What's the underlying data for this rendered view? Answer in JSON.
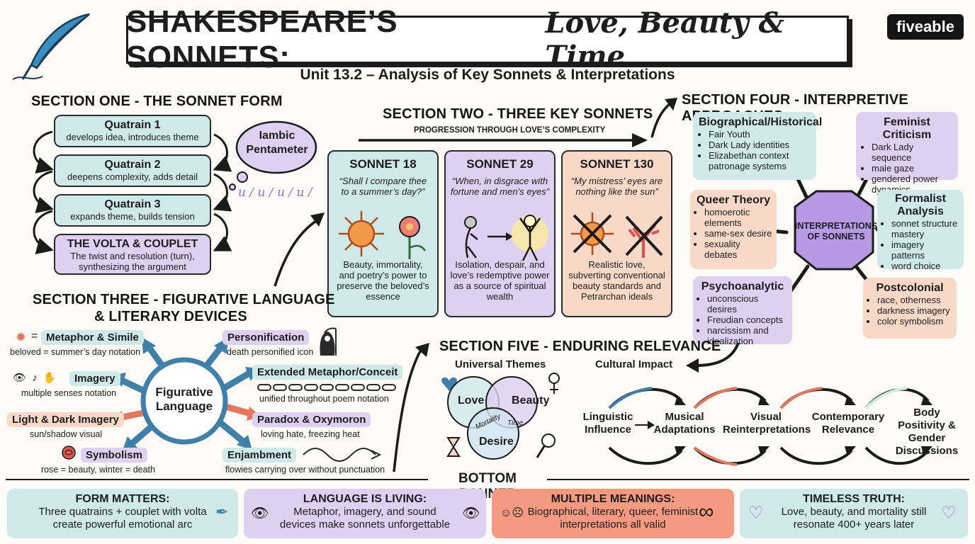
{
  "header": {
    "title_main": "SHAKESPEARE’S SONNETS:",
    "title_script": "Love, Beauty & Time",
    "subtitle": "Unit 13.2 – Analysis of Key Sonnets & Interpretations",
    "brand": "fiveable"
  },
  "section1": {
    "heading": "SECTION ONE - THE SONNET FORM",
    "quatrains": [
      {
        "title": "Quatrain 1",
        "desc": "develops idea, introduces theme"
      },
      {
        "title": "Quatrain 2",
        "desc": "deepens complexity, adds detail"
      },
      {
        "title": "Quatrain 3",
        "desc": "expands theme, builds tension"
      },
      {
        "title": "THE VOLTA & COUPLET",
        "desc": "The twist and resolution (turn), synthesizing the argument"
      }
    ],
    "meter_cloud": "Iambic Pentameter",
    "meter_marks": "u / u / u / u /"
  },
  "section2": {
    "heading": "SECTION TWO - THREE KEY SONNETS",
    "subheading": "PROGRESSION THROUGH LOVE’S COMPLEXITY",
    "sonnets": [
      {
        "title": "SONNET 18",
        "quote": "“Shall I compare thee to a summer’s day?”",
        "desc": "Beauty, immortality, and poetry’s power to preserve the beloved’s essence"
      },
      {
        "title": "SONNET 29",
        "quote": "“When, in disgrace with fortune and men’s eyes”",
        "desc": "Isolation, despair, and love’s redemptive power as a source of spiritual wealth"
      },
      {
        "title": "SONNET 130",
        "quote": "“My mistress’ eyes are nothing like the sun”",
        "desc": "Realistic love, subverting conventional beauty standards and Petrarchan ideals"
      }
    ]
  },
  "section3": {
    "heading_line1": "SECTION THREE - FIGURATIVE LANGUAGE",
    "heading_line2": "& LITERARY DEVICES",
    "hub": "Figurative Language",
    "devices": [
      {
        "label": "Metaphor & Simile",
        "note": "beloved = summer’s day notation"
      },
      {
        "label": "Imagery",
        "note": "multiple senses notation"
      },
      {
        "label": "Light & Dark Imagery",
        "note": "sun/shadow visual"
      },
      {
        "label": "Symbolism",
        "note": "rose = beauty, winter = death"
      },
      {
        "label": "Personification",
        "note": "death personified icon"
      },
      {
        "label": "Extended Metaphor/Conceit",
        "note": "unified throughout poem notation"
      },
      {
        "label": "Paradox & Oxymoron",
        "note": "loving hate, freezing heat"
      },
      {
        "label": "Enjambment",
        "note": "flowies carrying over without punctuation"
      }
    ]
  },
  "section4": {
    "heading": "SECTION FOUR - INTERPRETIVE APPROACHES",
    "hub": "INTERPRETATIONS OF SONNETS",
    "approaches": [
      {
        "title": "Biographical/Historical",
        "items": [
          "Fair Youth",
          "Dark Lady identities",
          "Elizabethan context patronage systems"
        ]
      },
      {
        "title": "Feminist Criticism",
        "items": [
          "Dark Lady sequence",
          "male gaze",
          "gendered power dynamics"
        ]
      },
      {
        "title": "Queer Theory",
        "items": [
          "homoerotic elements",
          "same-sex desire",
          "sexuality debates"
        ]
      },
      {
        "title": "Formalist Analysis",
        "items": [
          "sonnet structure mastery",
          "imagery patterns",
          "word choice"
        ]
      },
      {
        "title": "Psychoanalytic",
        "items": [
          "unconscious desires",
          "Freudian concepts",
          "narcissism and idealization"
        ]
      },
      {
        "title": "Postcolonial",
        "items": [
          "race, otherness",
          "darkness imagery",
          "color symbolism"
        ]
      }
    ]
  },
  "section5": {
    "heading": "SECTION FIVE - ENDURING RELEVANCE",
    "themes_label": "Universal Themes",
    "venn": [
      "Love",
      "Beauty",
      "Desire"
    ],
    "venn_inner": [
      "Mortality",
      "Time"
    ],
    "impact_label": "Cultural Impact",
    "flow": [
      "Linguistic Influence",
      "Musical Adaptations",
      "Visual Reinterpretations",
      "Contemporary Relevance",
      "Body Positivity & Gender Discussions"
    ]
  },
  "bottom": {
    "heading": "BOTTOM BANNER",
    "banners": [
      {
        "title": "FORM MATTERS:",
        "desc": "Three quatrains + couplet with volta create powerful emotional arc"
      },
      {
        "title": "LANGUAGE IS LIVING:",
        "desc": "Metaphor, imagery, and sound devices make sonnets unforgettable"
      },
      {
        "title": "MULTIPLE MEANINGS:",
        "desc": "Biographical, literary, queer, feminist interpretations all valid"
      },
      {
        "title": "TIMELESS TRUTH:",
        "desc": "Love, beauty, and mortality still resonate 400+ years later"
      }
    ]
  },
  "colors": {
    "teal": "#cfe9e8",
    "lavender": "#ddd0f0",
    "peach": "#f8d9c8",
    "coral": "#f39a80",
    "arrow_blue": "#3f7fa8",
    "arrow_red": "#e2785e"
  }
}
